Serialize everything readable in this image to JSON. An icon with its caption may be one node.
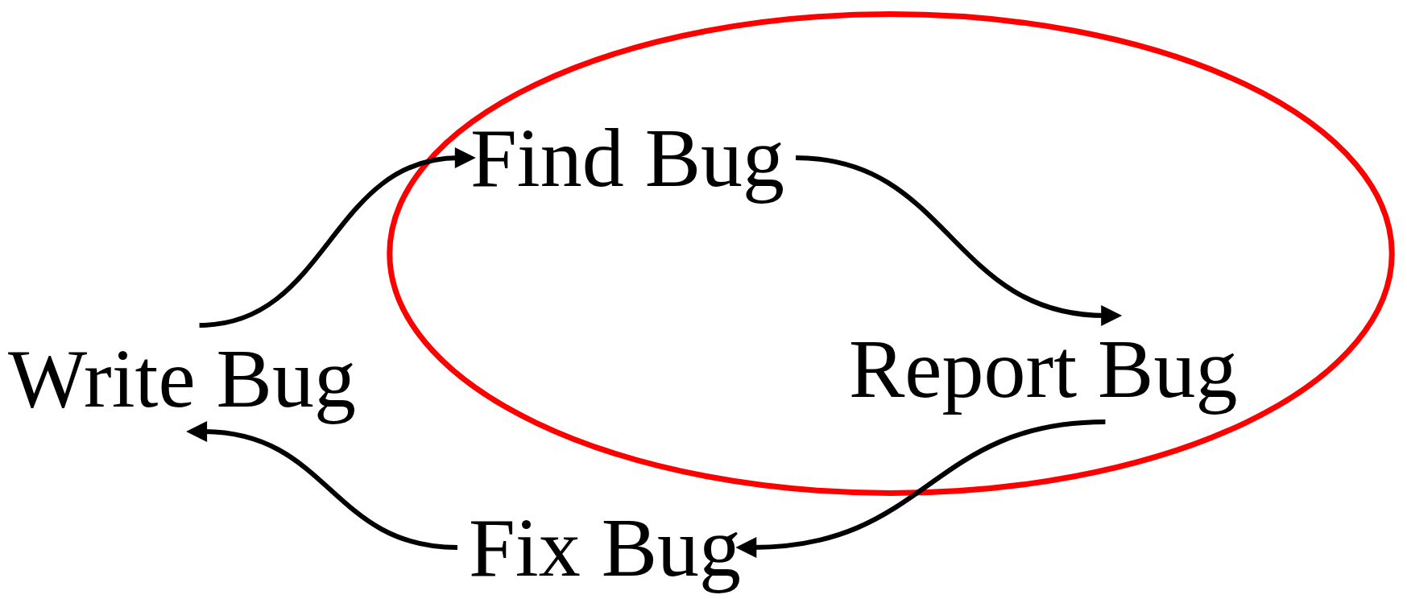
{
  "diagram": {
    "nodes": [
      {
        "text": [],
        "shape": "ellipse"
      },
      {
        "text": [
          "Write Bug"
        ]
      },
      {
        "text": [
          "Find Bug"
        ],
        "in": 0
      },
      {
        "text": [
          "Report Bug"
        ],
        "in": 0
      },
      {
        "text": [
          "Fix Bug"
        ]
      }
    ],
    "edges": [
      {
        "from": 1,
        "to": 2,
        "arrow": "to"
      },
      {
        "from": 2,
        "to": 3,
        "arrow": "to"
      },
      {
        "from": 3,
        "to": 4,
        "arrow": "to"
      },
      {
        "from": 4,
        "to": 1,
        "arrow": "to"
      }
    ]
  }
}
